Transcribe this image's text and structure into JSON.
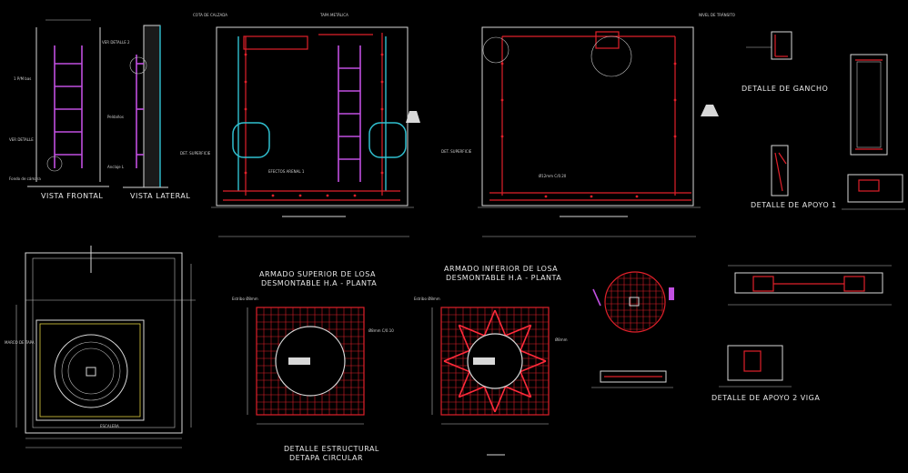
{
  "labels": {
    "vista_frontal": "VISTA FRONTAL",
    "vista_lateral": "VISTA LATERAL",
    "detalle_gancho": "DETALLE DE GANCHO",
    "detalle_apoyo_1": "DETALLE DE APOYO 1",
    "detalle_apoyo_2": "DETALLE DE APOYO 2 VIGA",
    "armado_superior_1": "ARMADO SUPERIOR DE LOSA",
    "armado_superior_2": "DESMONTABLE H.A - PLANTA",
    "armado_inferior_1": "ARMADO INFERIOR DE LOSA",
    "armado_inferior_2": "DESMONTABLE H.A - PLANTA",
    "detalle_estructural_1": "DETALLE ESTRUCTURAL",
    "detalle_estructural_2": "DETAPA CIRCULAR"
  },
  "colors": {
    "background": "#000000",
    "rebar": "#e0202a",
    "ladder": "#c04fe0",
    "waterproofing": "#30c0d0",
    "lines": "#d8d8d8"
  }
}
